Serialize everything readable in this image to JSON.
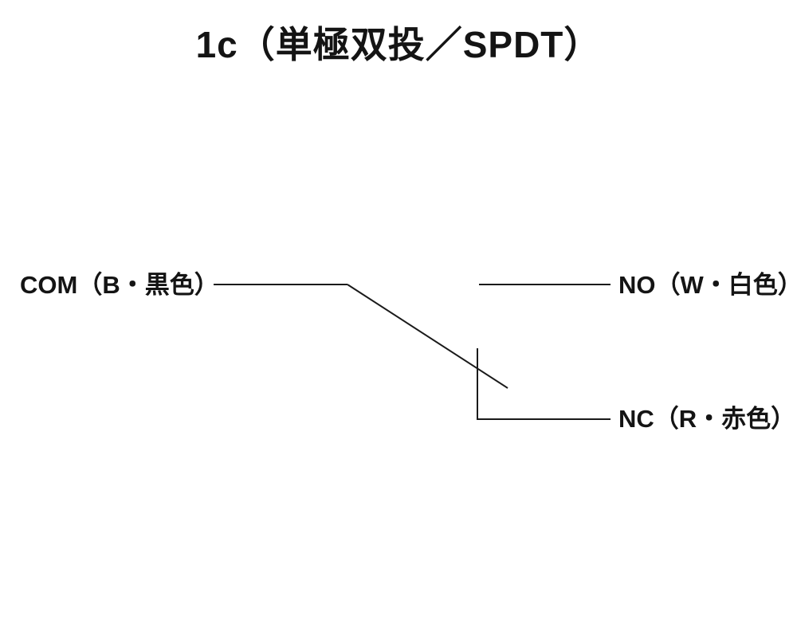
{
  "title": "1c（単極双投／SPDT）",
  "diagram": {
    "com_label": "COM（B・黒色）",
    "no_label": "NO（W・白色）",
    "nc_label": "NC（R・赤色）"
  }
}
